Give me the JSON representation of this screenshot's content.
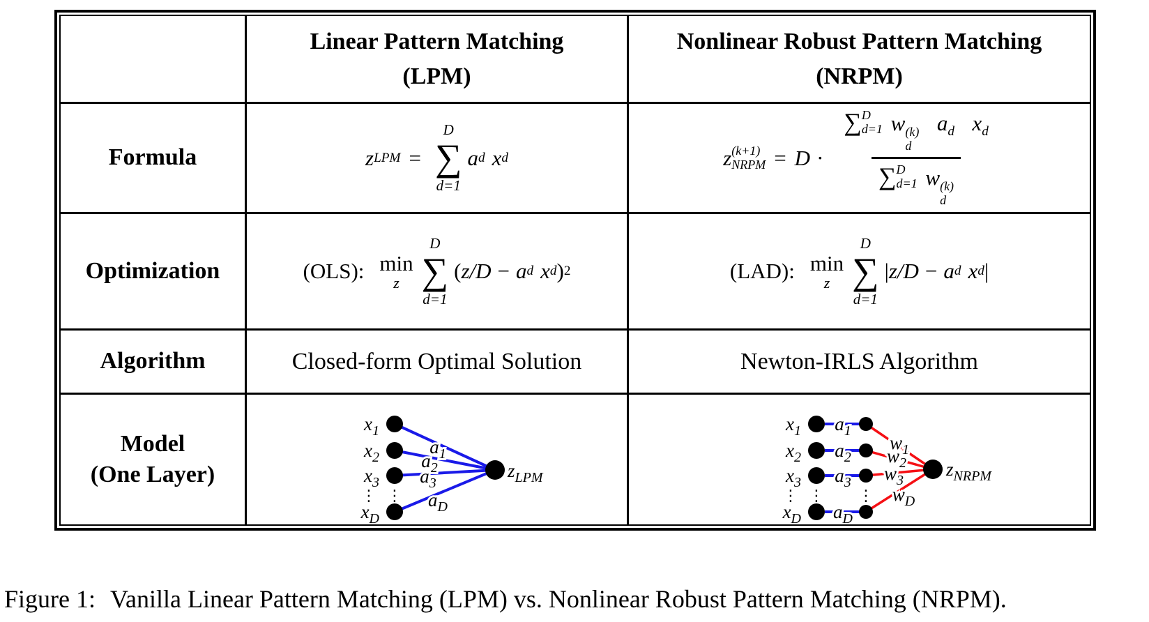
{
  "colors": {
    "edge_blue": "#1a1ae8",
    "edge_red": "#f50f14",
    "line_black": "#000000",
    "background": "#ffffff"
  },
  "header": {
    "lpm_line1": "Linear Pattern Matching",
    "lpm_line2": "(LPM)",
    "nrpm_line1": "Nonlinear Robust Pattern Matching",
    "nrpm_line2": "(NRPM)"
  },
  "row_labels": {
    "formula": "Formula",
    "optimization": "Optimization",
    "algorithm": "Algorithm",
    "model_line1": "Model",
    "model_line2": "(One Layer)"
  },
  "formula_lpm": {
    "z": "z",
    "z_sub": "LPM",
    "eq": "=",
    "sum_top": "D",
    "sigma": "∑",
    "sum_bot": "d=1",
    "a": "a",
    "a_sub": "d",
    "x": "x",
    "x_sub": "d"
  },
  "formula_nrpm": {
    "z": "z",
    "z_sup": "(k+1)",
    "z_sub": "NRPM",
    "eq": "=",
    "D": "D",
    "dot": "·",
    "num": {
      "sigma": "∑",
      "sig_sup": "D",
      "sig_sub": "d=1",
      "w": "w",
      "w_sup": "(k)",
      "w_sub": "d",
      "a": "a",
      "a_sub": "d",
      "x": "x",
      "x_sub": "d"
    },
    "den": {
      "sigma": "∑",
      "sig_sup": "D",
      "sig_sub": "d=1",
      "w": "w",
      "w_sup": "(k)",
      "w_sub": "d"
    }
  },
  "opt_lpm": {
    "tag": "(OLS):",
    "min": "min",
    "min_sub": "z",
    "sum_top": "D",
    "sigma": "∑",
    "sum_bot": "d=1",
    "open": "(",
    "zD": "z/D",
    "minus": "−",
    "a": "a",
    "a_sub": "d",
    "x": "x",
    "x_sub": "d",
    "close": ")",
    "power": "2"
  },
  "opt_nrpm": {
    "tag": "(LAD):",
    "min": "min",
    "min_sub": "z",
    "sum_top": "D",
    "sigma": "∑",
    "sum_bot": "d=1",
    "open": "|",
    "zD": "z/D",
    "minus": "−",
    "a": "a",
    "a_sub": "d",
    "x": "x",
    "x_sub": "d",
    "close": "|"
  },
  "algorithm": {
    "lpm": "Closed-form Optimal Solution",
    "nrpm": "Newton-IRLS Algorithm"
  },
  "model_lpm": {
    "inputs": [
      {
        "base": "x",
        "sub": "1"
      },
      {
        "base": "x",
        "sub": "2"
      },
      {
        "base": "x",
        "sub": "3"
      },
      {
        "base": "x",
        "sub": "D"
      }
    ],
    "edge_labels": [
      {
        "base": "a",
        "sub": "1"
      },
      {
        "base": "a",
        "sub": "2"
      },
      {
        "base": "a",
        "sub": "3"
      },
      {
        "base": "a",
        "sub": "D"
      }
    ],
    "output": {
      "base": "z",
      "sub": "LPM"
    },
    "vdots": "⋮"
  },
  "model_nrpm": {
    "inputs": [
      {
        "base": "x",
        "sub": "1"
      },
      {
        "base": "x",
        "sub": "2"
      },
      {
        "base": "x",
        "sub": "3"
      },
      {
        "base": "x",
        "sub": "D"
      }
    ],
    "blue_edge_labels": [
      {
        "base": "a",
        "sub": "1"
      },
      {
        "base": "a",
        "sub": "2"
      },
      {
        "base": "a",
        "sub": "3"
      },
      {
        "base": "a",
        "sub": "D"
      }
    ],
    "red_edge_labels": [
      {
        "base": "w",
        "sub": "1"
      },
      {
        "base": "w",
        "sub": "2"
      },
      {
        "base": "w",
        "sub": "3"
      },
      {
        "base": "w",
        "sub": "D"
      }
    ],
    "output": {
      "base": "z",
      "sub": "NRPM"
    },
    "vdots": "⋮"
  },
  "caption": {
    "label": "Figure 1:",
    "body": "Vanilla Linear Pattern Matching (LPM) vs. Nonlinear Robust Pattern Matching (NRPM)."
  }
}
